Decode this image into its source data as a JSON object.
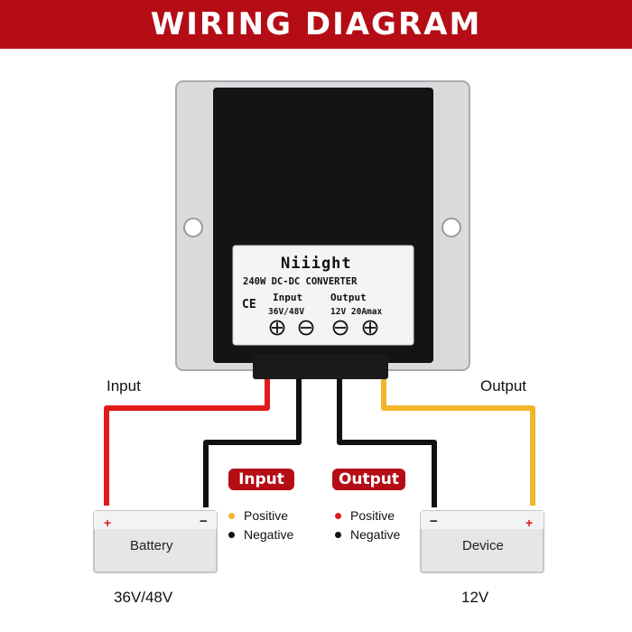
{
  "title": "WIRING DIAGRAM",
  "converter": {
    "brand": "Niiight",
    "model": "240W DC-DC CONVERTER",
    "input_label": "Input",
    "output_label": "Output",
    "ce_mark": "CE",
    "input_voltage": "36V/48V",
    "output_rating": "12V 20Amax"
  },
  "wires": {
    "input_label": "Input",
    "output_label": "Output"
  },
  "battery": {
    "label": "Battery",
    "voltage": "36V/48V",
    "plus": "+",
    "minus": "−"
  },
  "device": {
    "label": "Device",
    "voltage": "12V",
    "plus": "+",
    "minus": "−"
  },
  "legend": {
    "input": {
      "title": "Input",
      "positive": "Positive",
      "negative": "Negative"
    },
    "output": {
      "title": "Output",
      "positive": "Positive",
      "negative": "Negative"
    }
  },
  "colors": {
    "accent": "#b40d16",
    "red_wire": "#e01a1a",
    "yellow_wire": "#f3b52a",
    "black_wire": "#111111"
  }
}
